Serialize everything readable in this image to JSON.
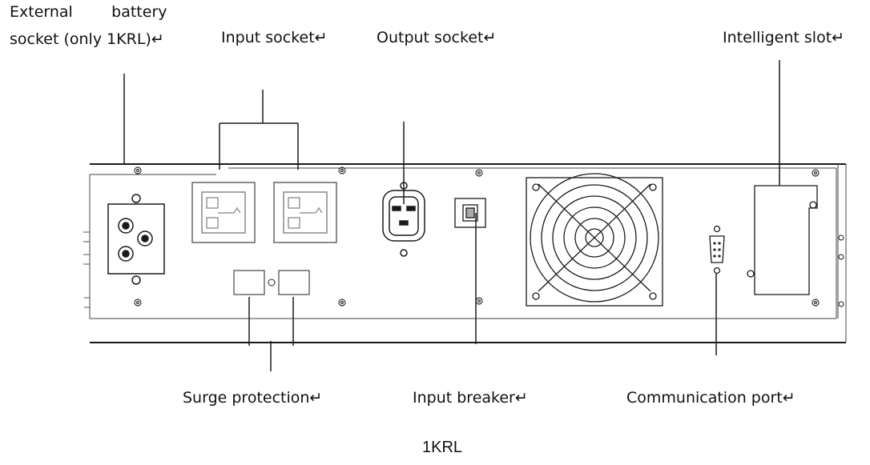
{
  "labels": {
    "external_battery_line1": "External        battery",
    "external_battery_line2": "socket (only 1KRL)↵",
    "input_socket": "Input socket↵",
    "output_socket": "Output socket↵",
    "intelligent_slot": "Intelligent slot↵",
    "surge_protection": "Surge protection↵",
    "input_breaker": "Input breaker↵",
    "communication_port": "Communication port↵"
  },
  "caption": "1KRL",
  "colors": {
    "line": "#1a1a1a",
    "panel_line": "#444444",
    "background": "#ffffff"
  }
}
